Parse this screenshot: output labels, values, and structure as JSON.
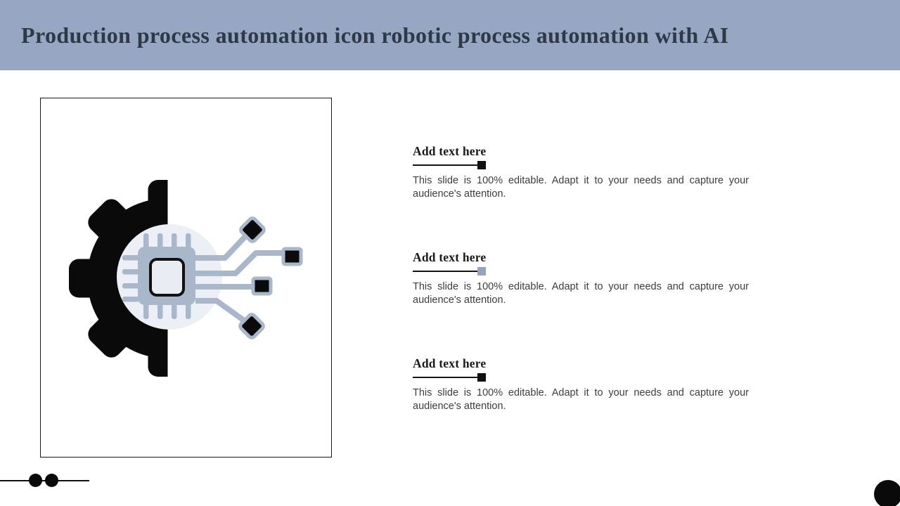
{
  "header": {
    "title": "Production process automation icon robotic process automation with AI",
    "bg_color": "#97a6c3",
    "text_color": "#2f3845"
  },
  "illustration": {
    "label": "gear-chip-circuit-automation-icon",
    "colors": {
      "gear_black": "#0a0a0a",
      "blue_gray": "#a9b7cb",
      "light_circle": "#ecf0f6",
      "chip_core_fill": "#e9edf3"
    }
  },
  "sections": [
    {
      "heading": "Add text here",
      "marker_color": "#111111",
      "body": "This slide is 100% editable. Adapt it to your needs and capture your audience's attention."
    },
    {
      "heading": "Add text here",
      "marker_color": "#93a3c0",
      "body": "This slide is 100% editable. Adapt it to your needs and capture your audience's attention."
    },
    {
      "heading": "Add text here",
      "marker_color": "#111111",
      "body": "This slide is 100% editable. Adapt it to your needs and capture your audience's attention."
    }
  ],
  "footer": {
    "ornament": "two-dots-on-line",
    "corner_ornament": "black-circle"
  }
}
